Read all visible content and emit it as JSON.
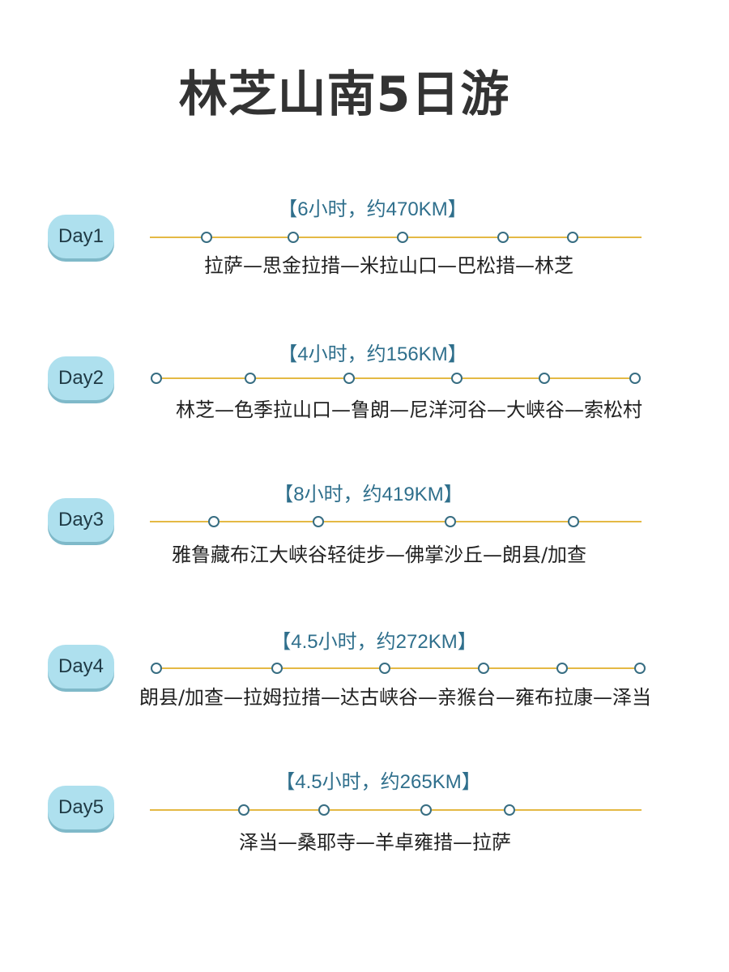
{
  "title": "林芝山南5日游",
  "days": [
    {
      "label": "Day1",
      "summary": "【6小时，约470KM】",
      "route": "拉萨—思金拉措—米拉山口—巴松措—林芝",
      "stops": 5
    },
    {
      "label": "Day2",
      "summary": "【4小时，约156KM】",
      "route": "林芝—色季拉山口—鲁朗—尼洋河谷—大峡谷—索松村",
      "stops": 6
    },
    {
      "label": "Day3",
      "summary": "【8小时，约419KM】",
      "route": "雅鲁藏布江大峡谷轻徒步—佛掌沙丘—朗县/加查",
      "stops": 4
    },
    {
      "label": "Day4",
      "summary": "【4.5小时，约272KM】",
      "route": "朗县/加查—拉姆拉措—达古峡谷—亲猴台—雍布拉康—泽当",
      "stops": 6
    },
    {
      "label": "Day5",
      "summary": "【4.5小时，约265KM】",
      "route": "泽当—桑耶寺—羊卓雍措—拉萨",
      "stops": 4
    }
  ]
}
